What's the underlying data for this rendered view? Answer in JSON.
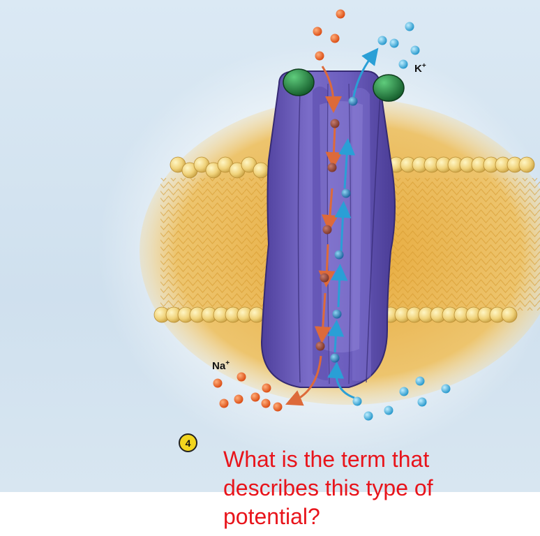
{
  "figure": {
    "k_label": "K",
    "k_charge": "+",
    "na_label": "Na",
    "na_charge": "+",
    "step_number": "4",
    "question": "What is the term that describes this type of potential?"
  },
  "colors": {
    "background_blue": "#d6e6f2",
    "membrane": "#e6b24a",
    "lipid_head": "#f0d67c",
    "channel": "#6a5cb8",
    "gate": "#1f7a3c",
    "sodium_ion": "#e5581c",
    "potassium_ion": "#3fb4df",
    "question_text": "#e8141b",
    "step_badge": "#f2d51e"
  },
  "icons": {
    "channel": "sodium-potassium-pump-icon",
    "sodium_ion": "sodium-ion-icon",
    "potassium_ion": "potassium-ion-icon"
  }
}
